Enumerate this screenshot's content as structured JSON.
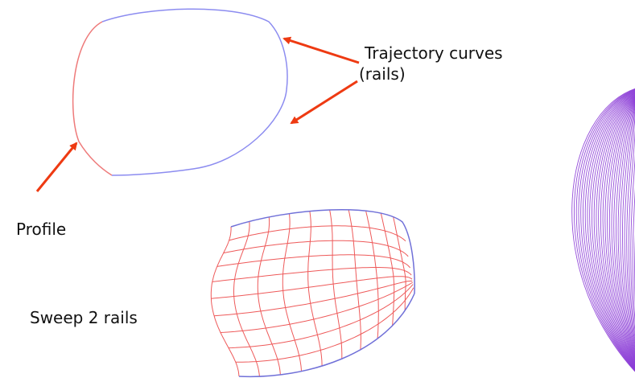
{
  "labels": {
    "trajectory": "Trajectory curves",
    "rails": "(rails)",
    "profile": "Profile",
    "sweep": "Sweep 2 rails"
  },
  "colors": {
    "profile": "#ee7a7a",
    "rail": "#8c8cf0",
    "arrow": "#ee3a12",
    "surface_grid": "#ee5a5a",
    "surface_rail": "#7070d8",
    "contours": "#8a3ad6",
    "text": "#111111"
  },
  "diagram": {
    "panels": [
      "profile-and-rails",
      "sweep-2-rails-surface",
      "contour-surface-cropped"
    ],
    "arrows": [
      "profile-arrow",
      "upper-rail-arrow",
      "lower-rail-arrow"
    ]
  }
}
